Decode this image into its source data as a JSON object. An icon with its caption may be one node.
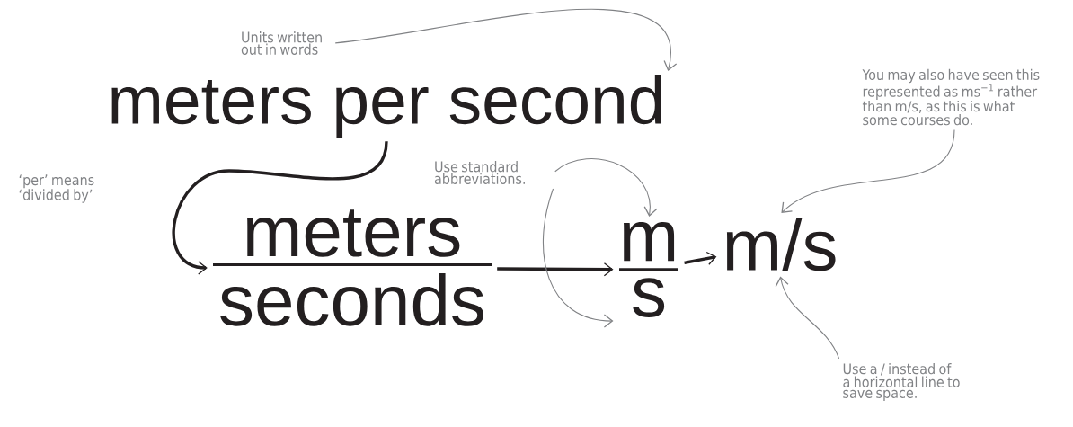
{
  "diagram": {
    "nodes": [
      {
        "text": [
          "meters per second"
        ]
      },
      {
        "text": [
          "meters",
          "seconds"
        ]
      },
      {
        "text": [
          "m",
          "s"
        ]
      },
      {
        "text": [
          "m/s"
        ]
      },
      {
        "text": [
          "Units written out in words"
        ]
      },
      {
        "text": [
          "You may also have seen this represented as ms$^{−1}$ rather than m/s, as this is what some courses do."
        ]
      },
      {
        "text": [
          "Use standard abbreviations."
        ]
      },
      {
        "text": [
          "Use a / instead of a horizontal line to save space."
        ]
      }
    ],
    "edges": [
      {
        "from": 0,
        "to": 1,
        "arrow": "to",
        "style": "thick",
        "color": "#231f20"
      },
      {
        "from": 1,
        "to": 2,
        "arrow": "to",
        "style": "thick",
        "color": "#231f20"
      },
      {
        "from": 2,
        "to": 3,
        "arrow": "to",
        "style": "thick",
        "color": "#231f20"
      },
      {
        "from": 4,
        "to": 0,
        "arrow": "to"
      },
      {
        "from": 5,
        "to": 3,
        "arrow": "to"
      },
      {
        "from": 6,
        "to": 2,
        "arrow": "to"
      },
      {
        "from": 6,
        "to": 2,
        "arrow": "to"
      },
      {
        "from": 7,
        "to": 3,
        "arrow": "to"
      }
    ],
    "labels": [
      "‘per’ means ‘divided by’"
    ]
  }
}
